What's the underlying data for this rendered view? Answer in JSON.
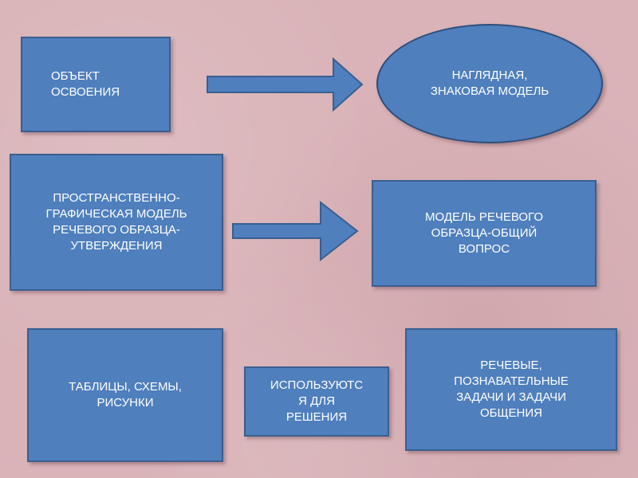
{
  "nodes": {
    "object": "ОБЪЕКТ\nОСВОЕНИЯ",
    "visual_model": "НАГЛЯДНАЯ,\nЗНАКОВАЯ МОДЕЛЬ",
    "spatial_model": "ПРОСТРАНСТВЕННО-\nГРАФИЧЕСКАЯ МОДЕЛЬ\nРЕЧЕВОГО ОБРАЗЦА-\nУТВЕРЖДЕНИЯ",
    "question_model": "МОДЕЛЬ РЕЧЕВОГО\nОБРАЗЦА-ОБЩИЙ\nВОПРОС",
    "tables": "ТАБЛИЦЫ, СХЕМЫ,\nРИСУНКИ",
    "used_for": "ИСПОЛЬЗУЮТС\nЯ ДЛЯ\nРЕШЕНИЯ",
    "tasks": "РЕЧЕВЫЕ,\nПОЗНАВАТЕЛЬНЫЕ\nЗАДАЧИ И ЗАДАЧИ\nОБЩЕНИЯ"
  },
  "colors": {
    "box_fill": "#4f7fbd",
    "box_border": "#3a5f8f",
    "background": "#d9b3b8",
    "label_box": "#f2c7cc"
  }
}
